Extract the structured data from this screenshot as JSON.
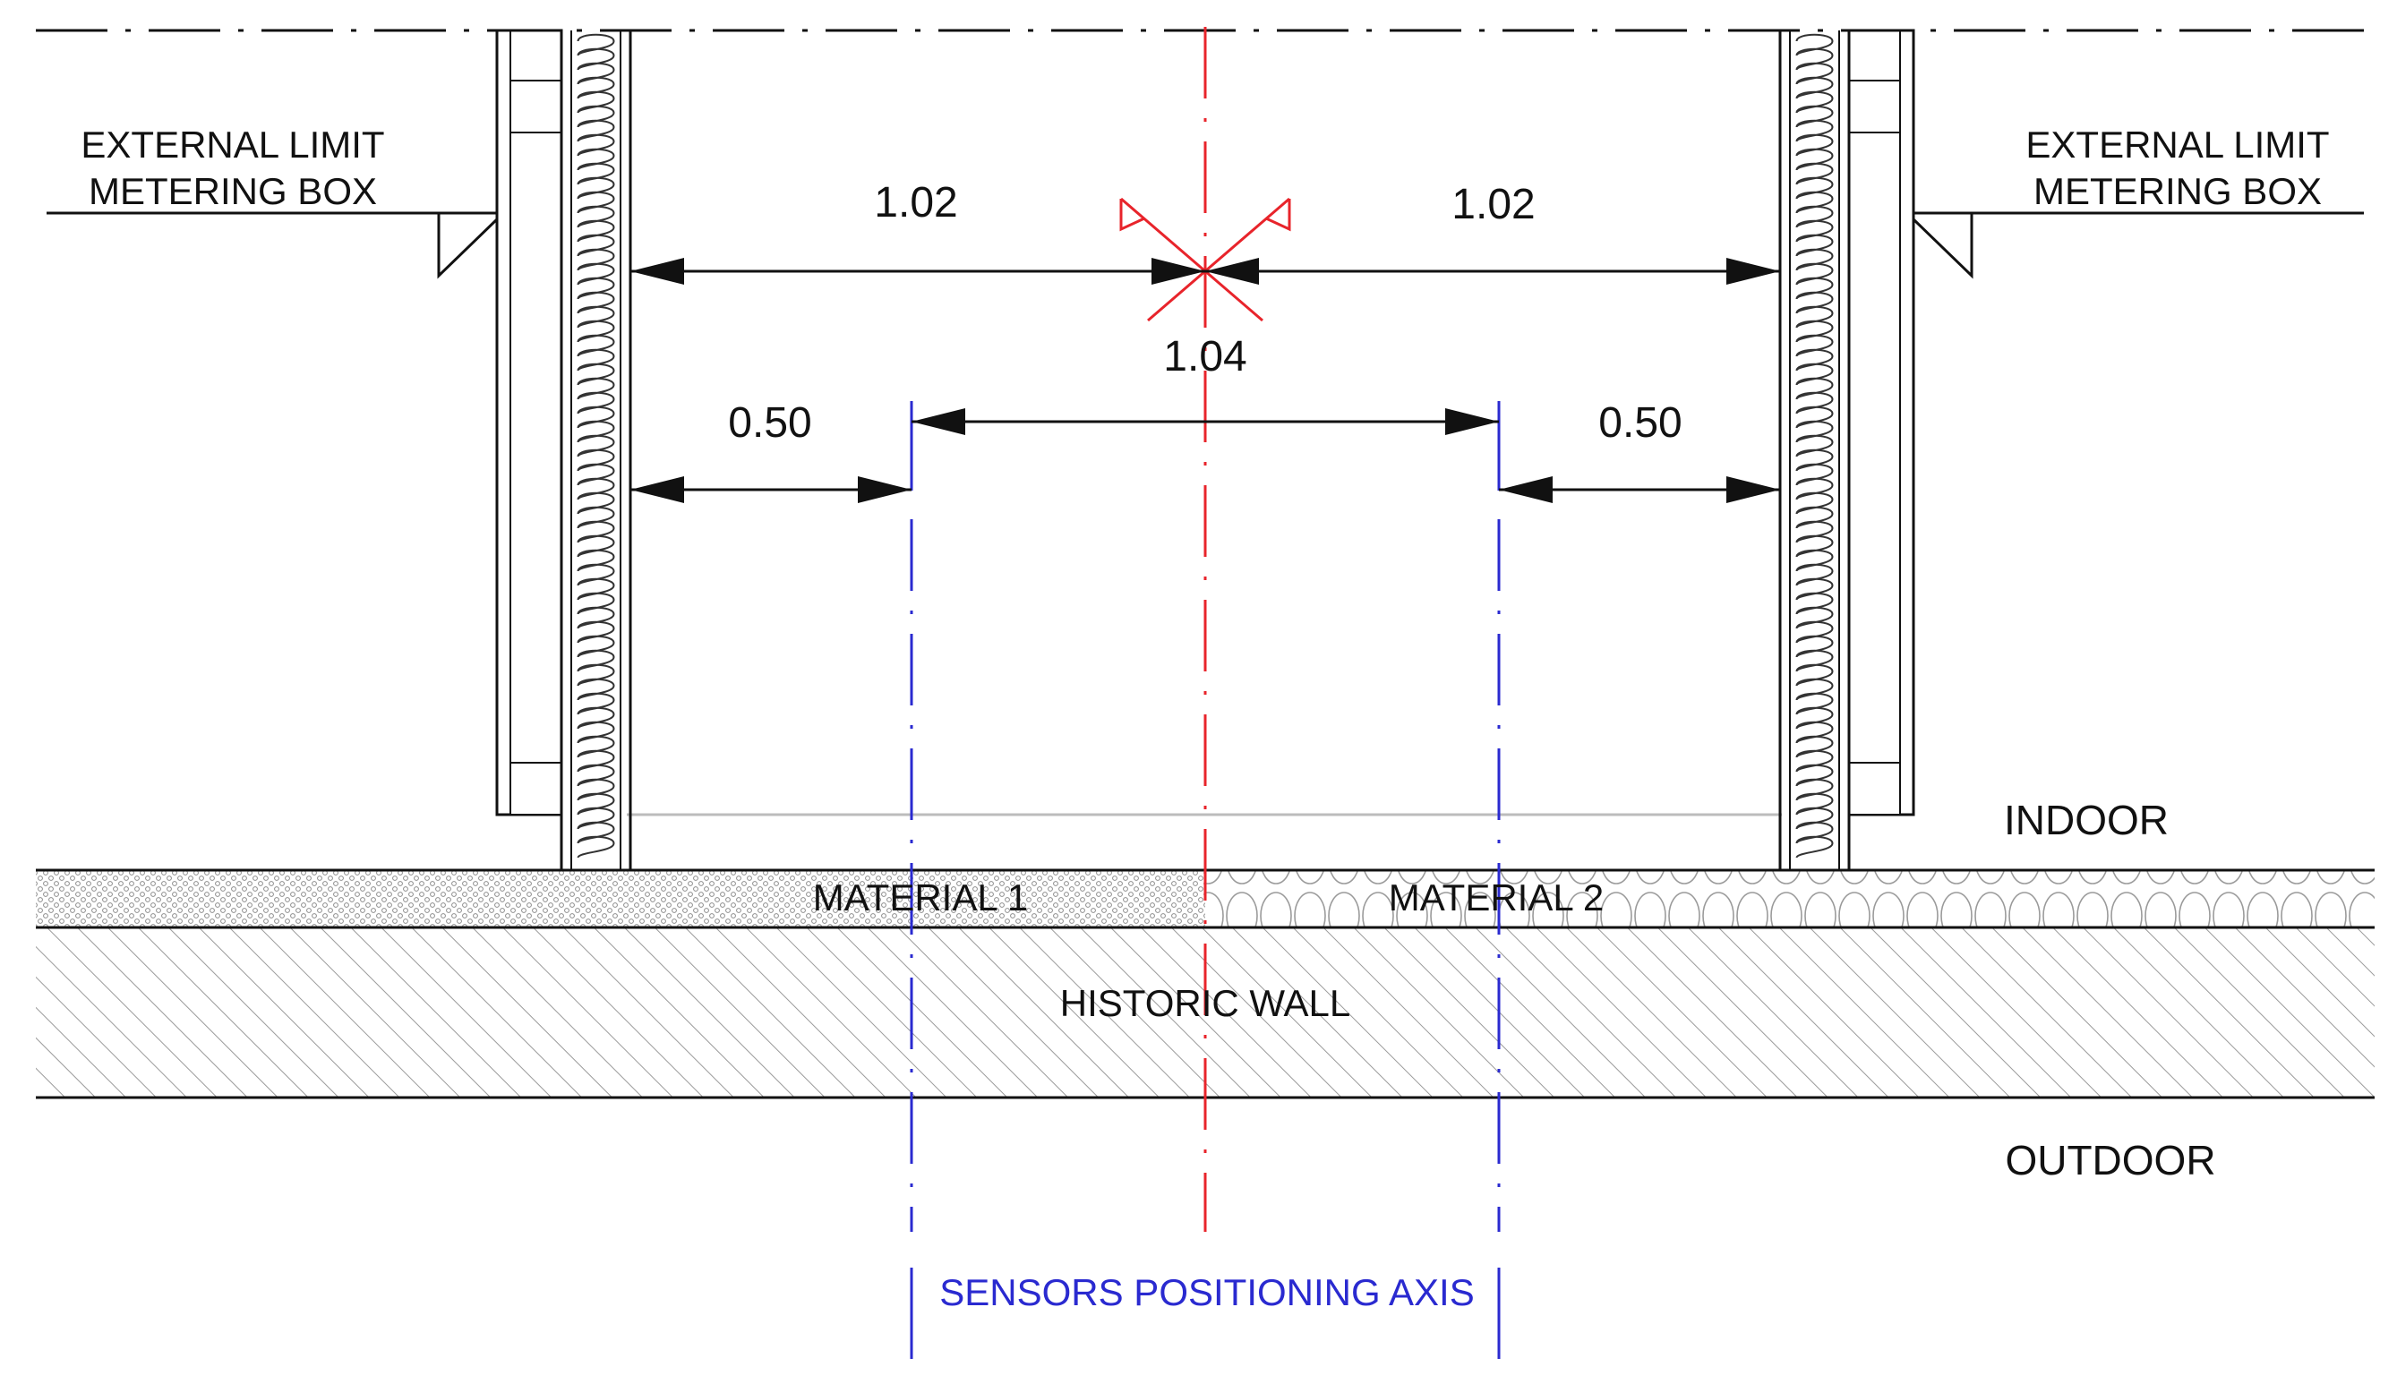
{
  "labels": {
    "external_limit_left_line1": "EXTERNAL LIMIT",
    "external_limit_left_line2": "METERING BOX",
    "external_limit_right_line1": "EXTERNAL LIMIT",
    "external_limit_right_line2": "METERING BOX",
    "indoor": "INDOOR",
    "outdoor": "OUTDOOR",
    "material_1": "MATERIAL 1",
    "material_2": "MATERIAL 2",
    "historic_wall": "HISTORIC WALL",
    "sensors_axis": "SENSORS POSITIONING AXIS"
  },
  "dimensions": {
    "left_to_center": "1.02",
    "center_to_right": "1.02",
    "sensor_spacing": "1.04",
    "left_offset": "0.50",
    "right_offset": "0.50"
  },
  "colors": {
    "line": "#111111",
    "center_axis": "#e8242b",
    "sensor_axis": "#2a2ad0",
    "insulation": "#333333",
    "hatch": "#9a9a9a"
  }
}
